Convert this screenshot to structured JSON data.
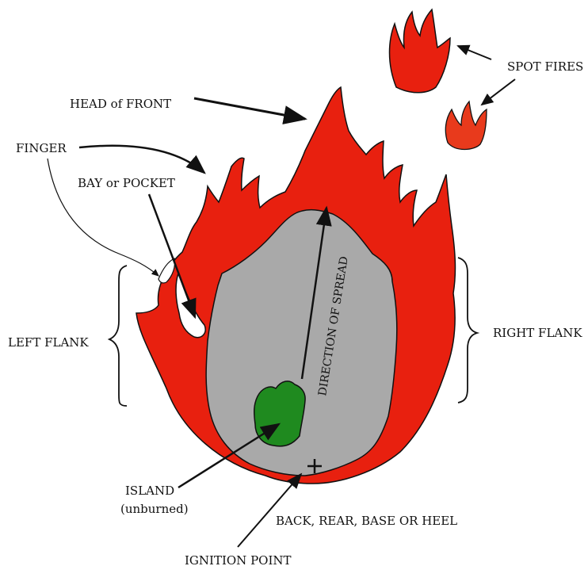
{
  "labels": {
    "spot_fires": "SPOT FIRES",
    "head_of_front": "HEAD of FRONT",
    "finger": "FINGER",
    "bay_or_pocket": "BAY or POCKET",
    "left_flank": "LEFT FLANK",
    "right_flank": "RIGHT FLANK",
    "direction_of_spread": "DIRECTION OF SPREAD",
    "island": "ISLAND",
    "unburned": "(unburned)",
    "back_rear": "BACK, REAR, BASE OR HEEL",
    "ignition_point": "IGNITION POINT"
  },
  "colors": {
    "fire": "#e8200f",
    "fire_light": "#e83a1c",
    "burned_area": "#a9a9a9",
    "island": "#1f8a1f",
    "outline": "#111111"
  },
  "icons": {
    "ignition_marker": "plus-icon"
  }
}
